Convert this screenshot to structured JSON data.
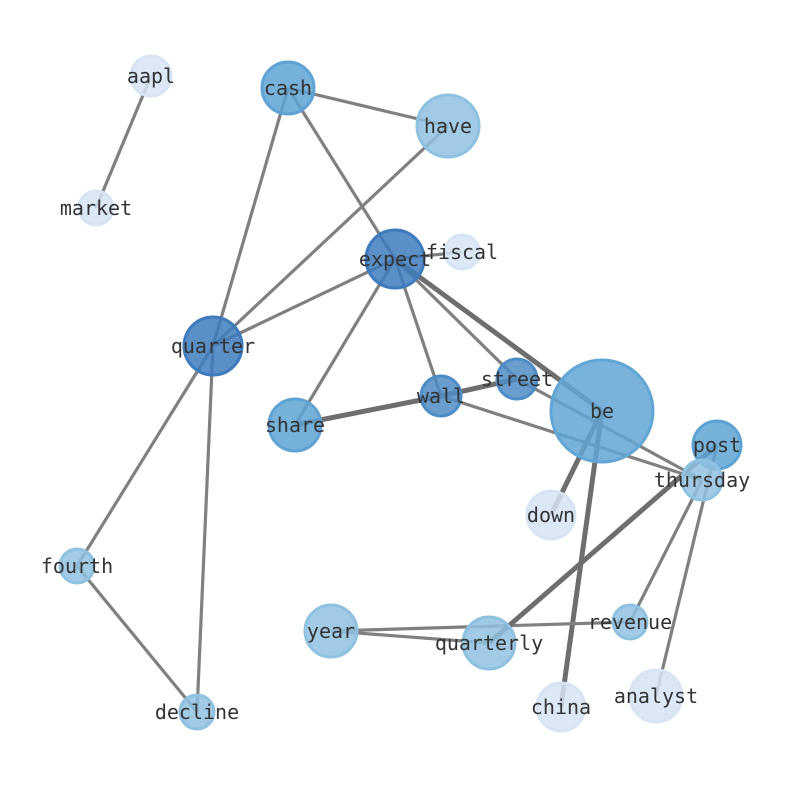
{
  "graph": {
    "nodes": [
      {
        "id": "aapl",
        "size": 1,
        "color": "#d6e4f4"
      },
      {
        "id": "market",
        "size": 1,
        "color": "#d6e4f4"
      },
      {
        "id": "cash",
        "size": 3,
        "color": "#5ea3d3"
      },
      {
        "id": "have",
        "size": 4,
        "color": "#8fc1e0"
      },
      {
        "id": "expect",
        "size": 3.5,
        "color": "#3d7bbd"
      },
      {
        "id": "fiscal",
        "size": 1,
        "color": "#d6e4f4"
      },
      {
        "id": "quarter",
        "size": 3.5,
        "color": "#3d7bbd"
      },
      {
        "id": "share",
        "size": 3,
        "color": "#5ea3d3"
      },
      {
        "id": "wall",
        "size": 1.8,
        "color": "#4d8cc6"
      },
      {
        "id": "street",
        "size": 1.8,
        "color": "#4d8cc6"
      },
      {
        "id": "be",
        "size": 10,
        "color": "#62a6d5"
      },
      {
        "id": "post",
        "size": 2.5,
        "color": "#5ea3d3"
      },
      {
        "id": "thursday",
        "size": 1.8,
        "color": "#8fc1e0"
      },
      {
        "id": "down",
        "size": 2.5,
        "color": "#d6e4f4"
      },
      {
        "id": "fourth",
        "size": 1.2,
        "color": "#8fc1e0"
      },
      {
        "id": "year",
        "size": 3,
        "color": "#8fc1e0"
      },
      {
        "id": "quarterly",
        "size": 3,
        "color": "#8fc1e0"
      },
      {
        "id": "revenue",
        "size": 1.2,
        "color": "#8fc1e0"
      },
      {
        "id": "analyst",
        "size": 3,
        "color": "#d6e4f4"
      },
      {
        "id": "china",
        "size": 2.5,
        "color": "#d6e4f4"
      },
      {
        "id": "decline",
        "size": 1.2,
        "color": "#8fc1e0"
      }
    ],
    "edges": [
      [
        "aapl",
        "market",
        1
      ],
      [
        "cash",
        "have",
        1
      ],
      [
        "cash",
        "quarter",
        1
      ],
      [
        "cash",
        "expect",
        1
      ],
      [
        "have",
        "quarter",
        1
      ],
      [
        "expect",
        "quarter",
        1
      ],
      [
        "expect",
        "fiscal",
        1
      ],
      [
        "expect",
        "share",
        1
      ],
      [
        "expect",
        "wall",
        1
      ],
      [
        "expect",
        "street",
        1
      ],
      [
        "expect",
        "be",
        2
      ],
      [
        "street",
        "thursday",
        1
      ],
      [
        "share",
        "wall",
        2
      ],
      [
        "wall",
        "street",
        2
      ],
      [
        "wall",
        "thursday",
        1
      ],
      [
        "be",
        "down",
        2
      ],
      [
        "be",
        "china",
        2
      ],
      [
        "quarter",
        "fourth",
        1
      ],
      [
        "quarter",
        "decline",
        1
      ],
      [
        "fourth",
        "decline",
        1
      ],
      [
        "year",
        "quarterly",
        1
      ],
      [
        "year",
        "revenue",
        1
      ],
      [
        "quarterly",
        "post",
        2
      ],
      [
        "thursday",
        "revenue",
        1
      ],
      [
        "post",
        "analyst",
        1
      ]
    ]
  }
}
